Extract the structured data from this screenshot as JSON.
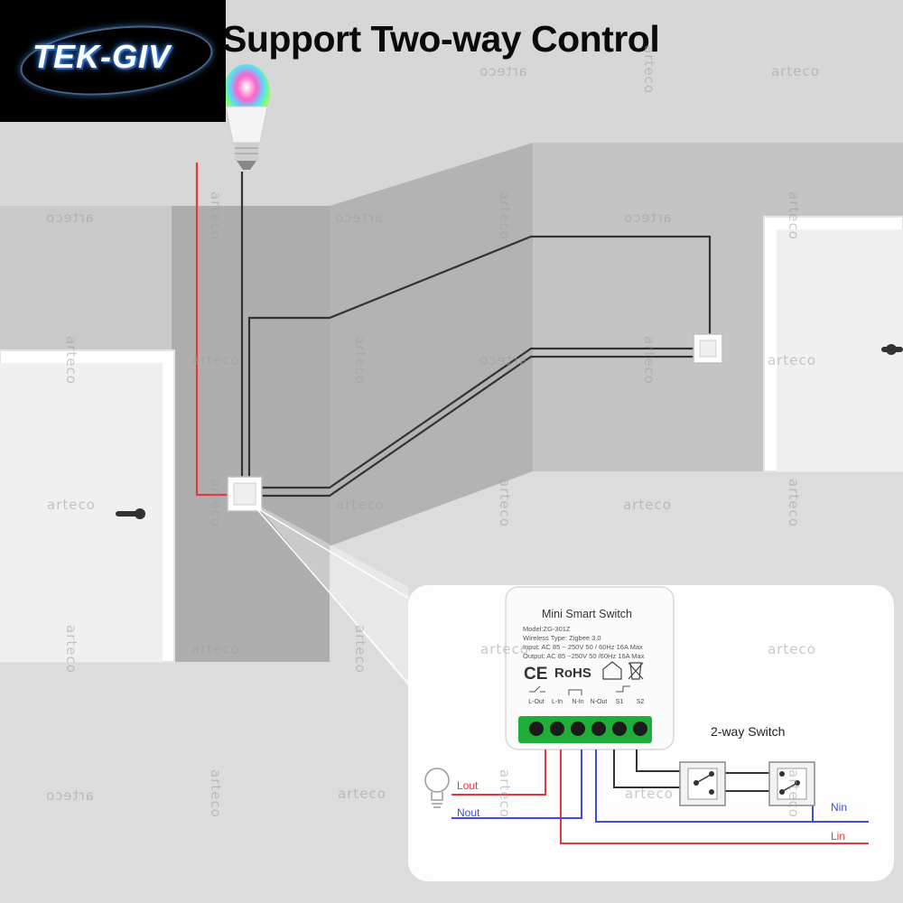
{
  "logo": {
    "text": "TEK-GIV"
  },
  "title": "Support Two-way Control",
  "watermark": "arteco",
  "module": {
    "name": "Mini Smart Switch",
    "model": "Model:ZG-301Z",
    "wireless": "Wireless Type: Zigbee 3.0",
    "input": "Input: AC 85 ~ 250V  50 / 60Hz 16A Max",
    "output": "Output: AC 85 ~250V 50 /60Hz 16A Max",
    "cert_ce": "CE",
    "cert_rohs": "RoHS",
    "terminals": [
      "L-Out",
      "L-In",
      "N-In",
      "N-Out",
      "S1",
      "S2"
    ]
  },
  "diagram": {
    "two_way_switch_label": "2-way Switch",
    "lout": "Lout",
    "nout": "Nout",
    "nin": "Nin",
    "lin": "Lin"
  },
  "colors": {
    "live_wire": "#e8383d",
    "neutral_wire": "#3f4fd8",
    "control_wire": "#333333",
    "terminal_green": "#1fae3a",
    "logo_bg": "#000000"
  }
}
